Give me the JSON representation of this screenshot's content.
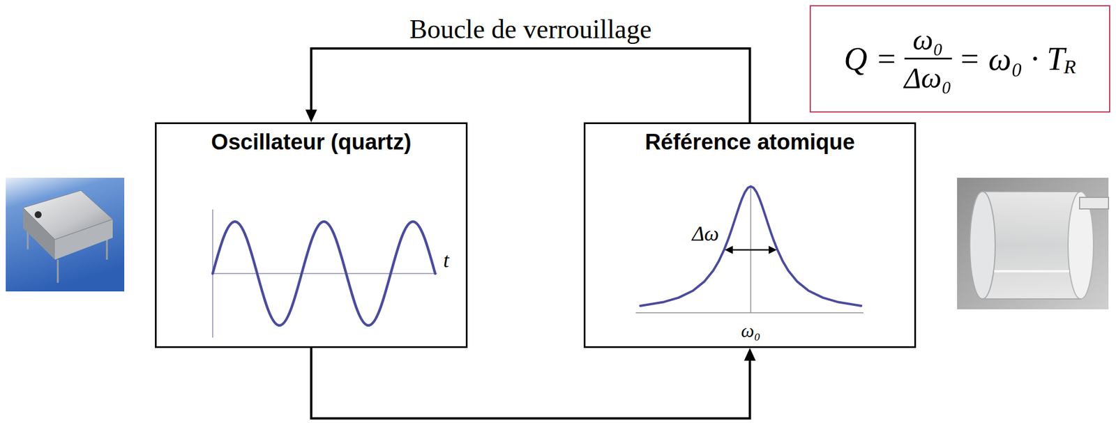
{
  "diagram": {
    "nodes": [
      {
        "text": [
          "Q =",
          "ω₀",
          "Δω₀",
          "= ω₀ · T",
          "R"
        ]
      },
      {
        "text": [
          "Oscillateur (quartz)"
        ]
      },
      {
        "text": [
          "Référence atomique"
        ]
      }
    ],
    "edges": [
      {
        "from": 2,
        "to": 1,
        "arrow": "to",
        "label": "Boucle de verrouillage"
      },
      {
        "from": 1,
        "to": 2,
        "arrow": "to"
      }
    ],
    "labels": [
      "t",
      "Δω",
      "ω₀"
    ]
  }
}
